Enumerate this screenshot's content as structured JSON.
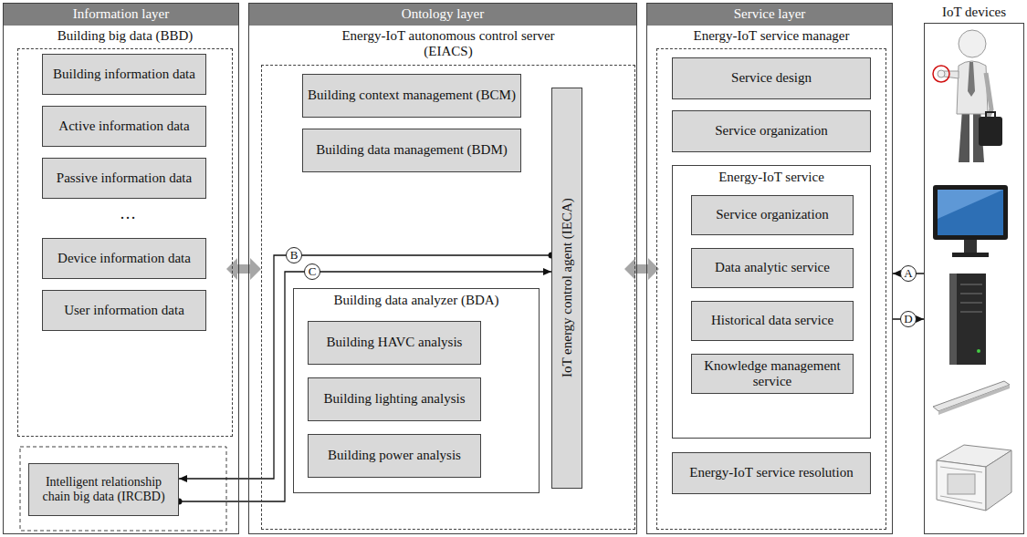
{
  "diagram": {
    "nodes": [
      {
        "text": [
          "Information layer"
        ]
      },
      {
        "text": [
          "Building big data (BBD)"
        ],
        "in": 0
      },
      {
        "text": [
          "Building information data"
        ],
        "in": 1
      },
      {
        "text": [
          "Active information data"
        ],
        "in": 1
      },
      {
        "text": [
          "Passive information data"
        ],
        "in": 1
      },
      {
        "text": [
          "Device information data"
        ],
        "in": 1
      },
      {
        "text": [
          "User information data"
        ],
        "in": 1
      },
      {
        "text": [
          "Intelligent relationship chain big data (IRCBD)"
        ],
        "in": 0
      },
      {
        "text": [
          "Ontology layer"
        ]
      },
      {
        "text": [
          "Energy-IoT autonomous control server (EIACS)"
        ],
        "in": 8
      },
      {
        "text": [
          "Building context management (BCM)"
        ],
        "in": 9
      },
      {
        "text": [
          "Building data management (BDM)"
        ],
        "in": 9
      },
      {
        "text": [
          "Building data analyzer (BDA)"
        ],
        "in": 9
      },
      {
        "text": [
          "Building HAVC analysis"
        ],
        "in": 12
      },
      {
        "text": [
          "Building lighting analysis"
        ],
        "in": 12
      },
      {
        "text": [
          "Building power analysis"
        ],
        "in": 12
      },
      {
        "text": [
          "IoT energy control agent (IECA)"
        ],
        "in": 9
      },
      {
        "text": [
          "Service layer"
        ]
      },
      {
        "text": [
          "Energy-IoT service manager"
        ],
        "in": 17
      },
      {
        "text": [
          "Service design"
        ],
        "in": 18
      },
      {
        "text": [
          "Service organization"
        ],
        "in": 18
      },
      {
        "text": [
          "Energy-IoT service"
        ],
        "in": 18
      },
      {
        "text": [
          "Service organization"
        ],
        "in": 21
      },
      {
        "text": [
          "Data analytic service"
        ],
        "in": 21
      },
      {
        "text": [
          "Historical data service"
        ],
        "in": 21
      },
      {
        "text": [
          "Knowledge management service"
        ],
        "in": 21
      },
      {
        "text": [
          "Energy-IoT service resolution"
        ],
        "in": 18
      },
      {
        "text": [
          "IoT devices"
        ]
      }
    ],
    "edges": [
      {
        "from": 16,
        "to": 7,
        "arrow": "to",
        "label": "B"
      },
      {
        "from": 7,
        "to": 16,
        "arrow": "to",
        "label": "C"
      },
      {
        "from": 0,
        "to": 8,
        "arrow": "both"
      },
      {
        "from": 8,
        "to": 17,
        "arrow": "both"
      },
      {
        "from": 27,
        "to": 17,
        "arrow": "to",
        "label": "A"
      },
      {
        "from": 17,
        "to": 27,
        "arrow": "to",
        "label": "D"
      }
    ],
    "labels": [
      "…"
    ]
  }
}
